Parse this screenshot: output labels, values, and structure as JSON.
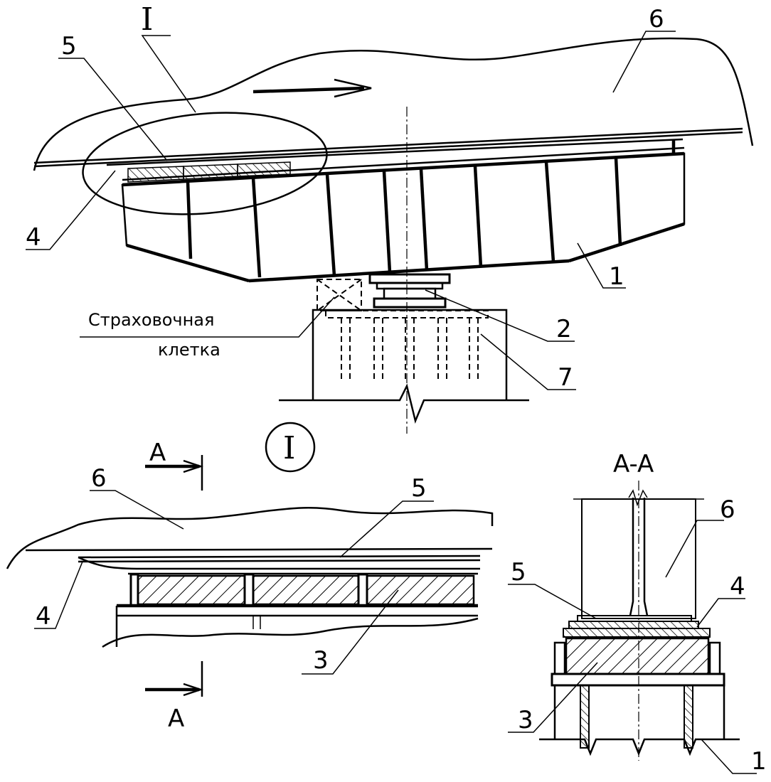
{
  "labels": {
    "n1": "1",
    "n2": "2",
    "n3": "3",
    "n4": "4",
    "n5": "5",
    "n6": "6",
    "n7": "7",
    "roman": "I",
    "section_letter": "A",
    "section_title": "A-A",
    "note_line1": "Страховочная",
    "note_line2": "клетка"
  }
}
